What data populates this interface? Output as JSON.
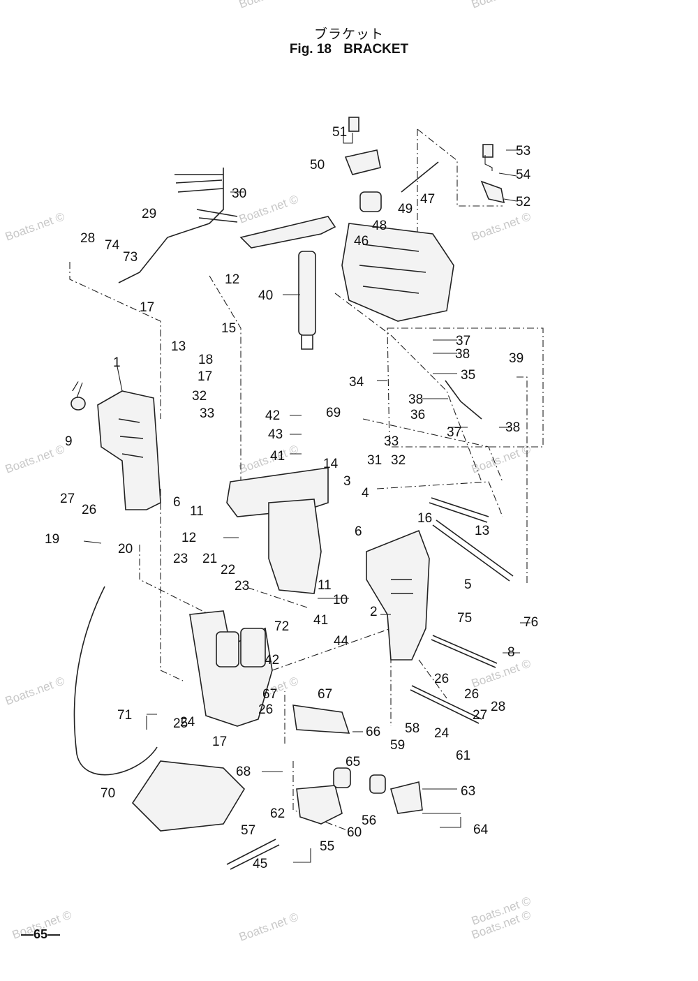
{
  "header": {
    "title_jp": "ブラケット",
    "fig_label": "Fig. 18",
    "title_en": "BRACKET"
  },
  "page_number": "—65—",
  "watermark": "Boats.net ©",
  "callouts": [
    "1",
    "2",
    "3",
    "4",
    "5",
    "6",
    "6",
    "8",
    "9",
    "10",
    "11",
    "11",
    "12",
    "12",
    "13",
    "13",
    "14",
    "15",
    "16",
    "17",
    "17",
    "17",
    "18",
    "19",
    "20",
    "21",
    "22",
    "23",
    "23",
    "24",
    "24",
    "25",
    "26",
    "26",
    "26",
    "26",
    "27",
    "27",
    "28",
    "28",
    "29",
    "30",
    "31",
    "32",
    "32",
    "33",
    "33",
    "34",
    "35",
    "36",
    "37",
    "37",
    "38",
    "38",
    "38",
    "39",
    "40",
    "41",
    "41",
    "42",
    "42",
    "43",
    "44",
    "45",
    "46",
    "47",
    "48",
    "49",
    "50",
    "51",
    "52",
    "53",
    "54",
    "55",
    "56",
    "57",
    "58",
    "59",
    "60",
    "61",
    "62",
    "63",
    "64",
    "65",
    "66",
    "67",
    "67",
    "68",
    "69",
    "70",
    "71",
    "72",
    "73",
    "74",
    "75",
    "76",
    "⁄"
  ]
}
